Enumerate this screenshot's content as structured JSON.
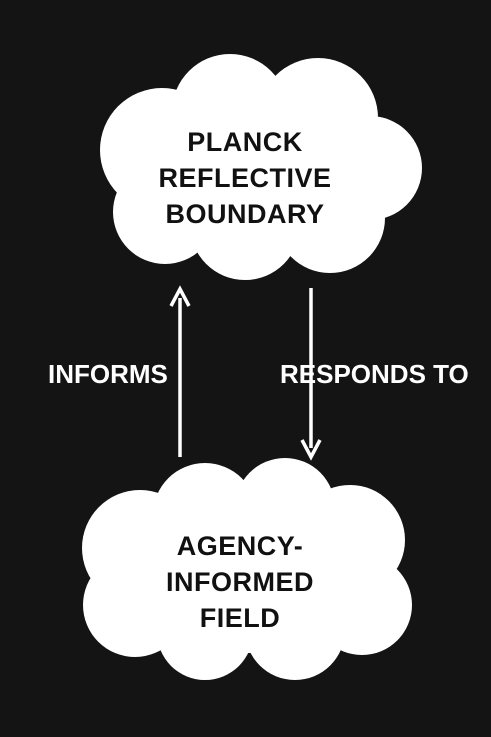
{
  "colors": {
    "background": "#141414",
    "node_fill": "#ffffff",
    "node_text": "#111111",
    "edge": "#ffffff",
    "edge_text": "#ffffff"
  },
  "nodes": {
    "top": {
      "lines": [
        "PLANCK",
        "REFLECTIVE",
        "BOUNDARY"
      ]
    },
    "bottom": {
      "lines": [
        "AGENCY-",
        "INFORMED",
        "FIELD"
      ]
    }
  },
  "edges": {
    "left": {
      "label": "INFORMS",
      "direction": "up"
    },
    "right": {
      "label": "RESPONDS TO",
      "direction": "down"
    }
  }
}
